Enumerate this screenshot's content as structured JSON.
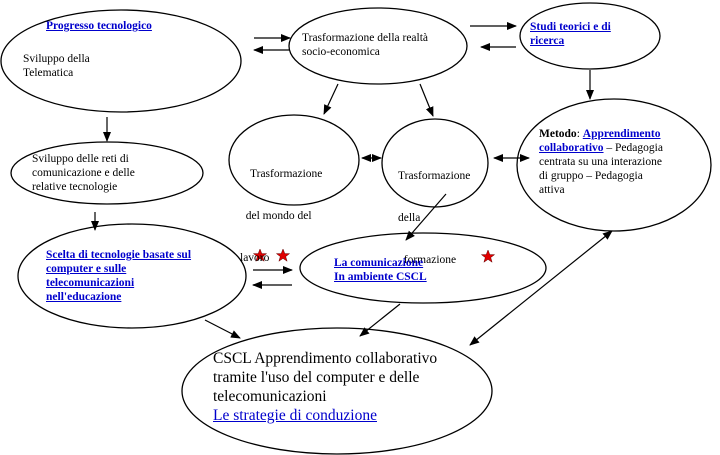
{
  "nodes": {
    "progresso": {
      "title": "Progresso tecnologico",
      "line1": "Sviluppo della",
      "line2": "Telematica"
    },
    "trasf_realta": {
      "line1": "Trasformazione della realtà",
      "line2": "socio-economica"
    },
    "studi": {
      "line1": "Studi teorici  e  di",
      "line2": "ricerca"
    },
    "reti": {
      "line1": "Sviluppo delle reti di",
      "line2": "comunicazione e delle",
      "line3": "relative tecnologie"
    },
    "lavoro": {
      "line1": "Trasformazione",
      "line2": "  del mondo del",
      "line3": "lavoro"
    },
    "formazione": {
      "line1": "Trasformazione",
      "line2": "della",
      "line3": "  formazione"
    },
    "metodo": {
      "prefix": "Metodo",
      "colon": ": ",
      "link1": "Apprendimento",
      "link2": "collaborativo",
      "rest1": " – Pedagogia",
      "rest2": "centrata su una interazione",
      "rest3": "di gruppo – Pedagogia",
      "rest4": "attiva"
    },
    "scelta": {
      "line1": "Scelta di tecnologie basate sul",
      "line2": "computer e sulle",
      "line3": "telecomunicazioni",
      "line4": "nell'educazione"
    },
    "comunicazione": {
      "line1": "La comunicazione",
      "line2": "In ambiente CSCL"
    },
    "cscl": {
      "line1": "CSCL Apprendimento collaborativo",
      "line2": "tramite l'uso del computer e delle",
      "line3": "telecomunicazioni",
      "link": "Le strategie di conduzione"
    }
  },
  "colors": {
    "stroke": "#000000",
    "link": "#0000cc",
    "star": "#e00000"
  },
  "icons": {
    "star": "star-icon"
  }
}
